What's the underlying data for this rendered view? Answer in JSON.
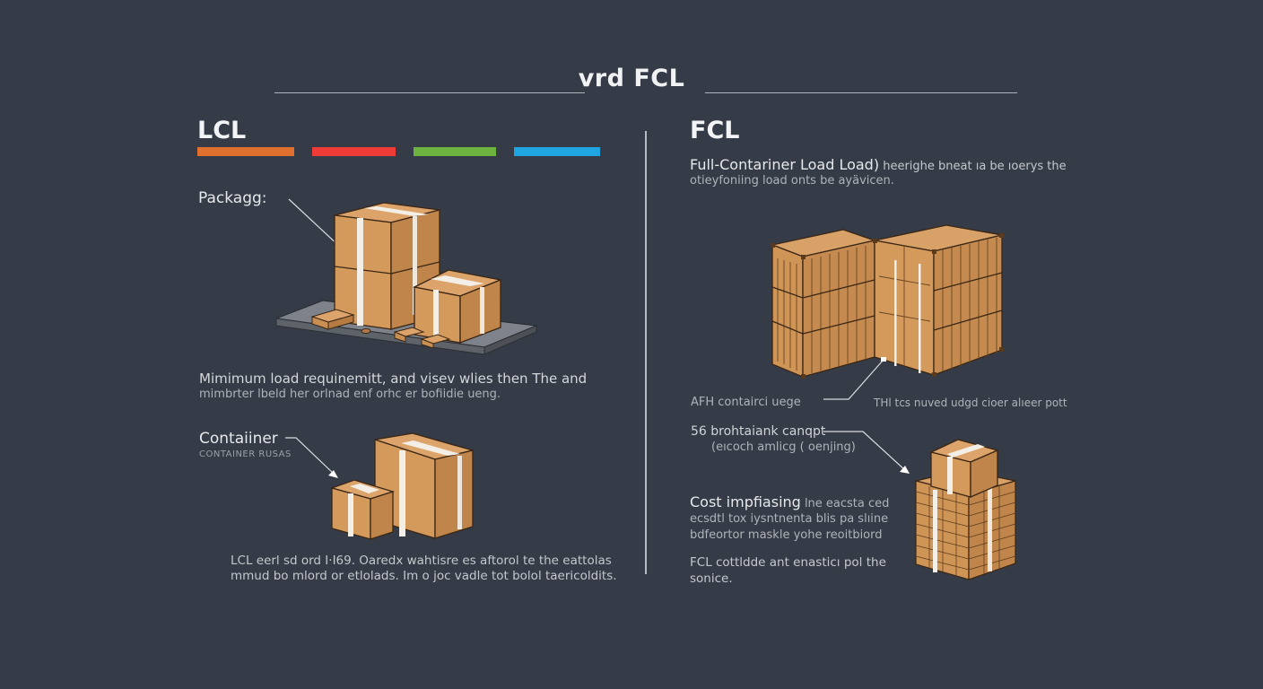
{
  "header": {
    "title": "vrd FCL"
  },
  "lcl": {
    "heading": "LCL",
    "color_bars": [
      {
        "name": "orange",
        "color": "#e0702d"
      },
      {
        "name": "red",
        "color": "#ee3b36"
      },
      {
        "name": "green",
        "color": "#6cb43f"
      },
      {
        "name": "blue",
        "color": "#1fa6e0"
      }
    ],
    "package_label": "Packagg:",
    "description_line1": "Mimimum load requinemitt, and visev wlies then The and",
    "description_line2": "mimbrter lbeld her orlnad enf orhc er bofiidie ueng.",
    "container_label": "Contaiiner",
    "container_sublabel": "CONTAINER RUSAS",
    "footer_line1": "LCL eerl sd ord I·I69. Oaredx wahtisre es aftorol te the eattolas",
    "footer_line2": "mmud bo mlord or etlolads. Im o joc vadle tot bolol taericoldits."
  },
  "fcl": {
    "heading": "FCL",
    "intro_bold": "Full-Contariner Load Load)",
    "intro_rest": " heerighe bneat ıa be ıoerys the",
    "intro_line2": "otieyfoniing  load onts be ayävicen.",
    "annotation_1": "AFH contairci uege",
    "annotation_2": "THl tcs nuved udgd cioer alıeer pott",
    "annotation_3": "56 brohtaiank canqpt",
    "annotation_3_sub": "(eıcoch amlicg ( oenjing)",
    "cost_bold": "Cost impfiasing",
    "cost_rest": " lne eacsta ced",
    "cost_line2": "ecsdtl tox iysntnenta blis pa slıine",
    "cost_line3": "bdfeortor maskle yohe reoitbiord",
    "footer_line1": "FCL cottldde ant enasticı pol the",
    "footer_line2": "sonice."
  }
}
